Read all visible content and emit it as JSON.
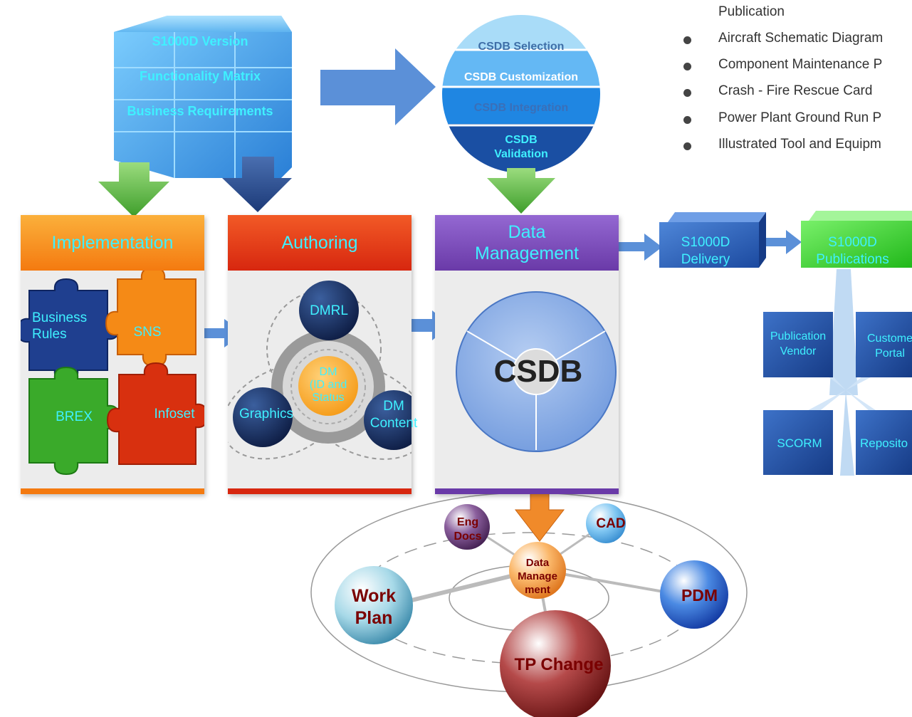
{
  "cube": {
    "line1": "S1000D Version",
    "line2": "Functionality Matrix",
    "line3": "Business Requirements"
  },
  "sphere": {
    "band1": "CSDB Selection",
    "band2": "CSDB Customization",
    "band3": "CSDB Integration",
    "band4_line1": "CSDB",
    "band4_line2": "Validation"
  },
  "bullets": {
    "heading_continued": "Publication",
    "items": [
      "Aircraft Schematic Diagram",
      "Component Maintenance P",
      "Crash - Fire Rescue Card",
      "Power Plant Ground Run P",
      "Illustrated Tool and Equipm"
    ]
  },
  "panels": {
    "implementation": {
      "title": "Implementation",
      "pieces": {
        "business_rules_1": "Business",
        "business_rules_2": "Rules",
        "sns": "SNS",
        "brex": "BREX",
        "infoset": "Infoset"
      }
    },
    "authoring": {
      "title": "Authoring",
      "dmrl": "DMRL",
      "dm_1": "DM",
      "dm_2": "(ID and",
      "dm_3": "Status",
      "graphics": "Graphics",
      "dm_content_1": "DM",
      "dm_content_2": "Content"
    },
    "data_management": {
      "title_1": "Data",
      "title_2": "Management",
      "csdb": "CSDB"
    }
  },
  "delivery": {
    "line1": "S1000D",
    "line2": "Delivery"
  },
  "publications": {
    "line1": "S1000D",
    "line2": "Publications"
  },
  "outputs": {
    "vendor_1": "Publication",
    "vendor_2": "Vendor",
    "portal_1": "Custome",
    "portal_2": "Portal",
    "scorm": "SCORM",
    "repository": "Reposito"
  },
  "orbit": {
    "eng_1": "Eng",
    "eng_2": "Docs",
    "cad": "CAD",
    "center_1": "Data",
    "center_2": "Manage",
    "center_3": "ment",
    "work_1": "Work",
    "work_2": "Plan",
    "pdm": "PDM",
    "tp_change": "TP Change"
  },
  "colors": {
    "label_cyan": "#3ff0ff",
    "implementation_orange": "#f7931e",
    "authoring_red": "#e53812",
    "data_mgmt_purple": "#7d49bd",
    "arrow_green": "#53b43a",
    "arrow_blue": "#5b90d8",
    "ball_text": "#7a0000"
  }
}
